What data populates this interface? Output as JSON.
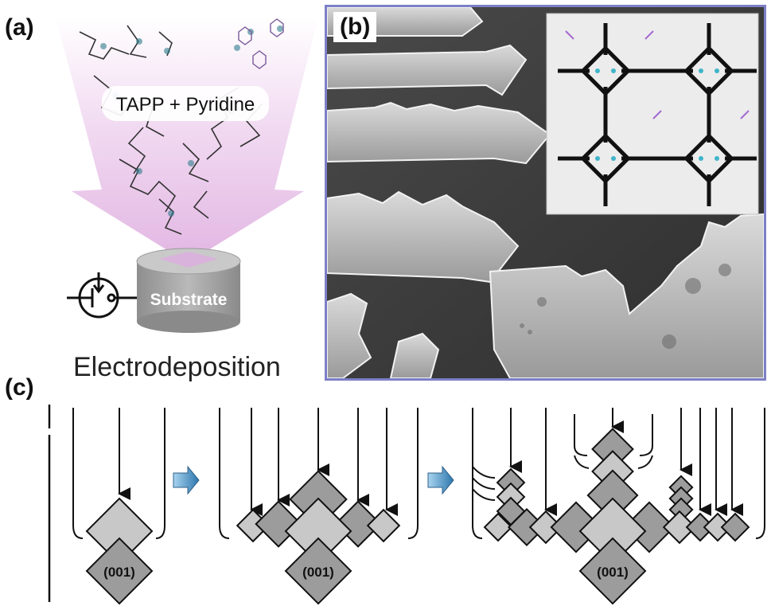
{
  "panels": {
    "a": {
      "label": "(a)",
      "precursor_label": "TAPP + Pyridine",
      "substrate_label": "Substrate",
      "process_label": "Electrodeposition"
    },
    "b": {
      "label": "(b)"
    },
    "c": {
      "label": "(c)",
      "facet_label": "(001)"
    }
  },
  "colors": {
    "funnel_pink": "#e9c2ea",
    "substrate_gray": "#a6a6a6",
    "frame_blue": "#7d7fc6",
    "diamond_light": "#c8c8c8",
    "diamond_mid": "#a9a9a9",
    "diamond_dark": "#8e8e8e",
    "step_arrow": "#4a8fc0"
  },
  "icons": [
    "electrode-symbol-icon",
    "step-arrow-icon"
  ]
}
